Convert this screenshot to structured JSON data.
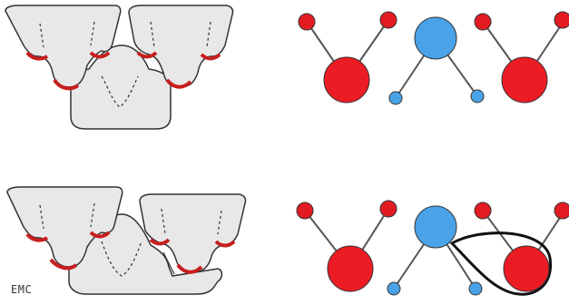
{
  "figure": {
    "watermark": "EMC",
    "colors": {
      "large_red": "#ec1c24",
      "small_red": "#e21b23",
      "blue": "#4aa3e8",
      "tooth_fill": "#e8e8e8",
      "tooth_stroke": "#333333",
      "contact_red": "#c81e1e",
      "bond": "#555555",
      "closing_loop": "#111111"
    },
    "panels": [
      {
        "id": "top-left",
        "kind": "tooth-diagram",
        "state": "aligned"
      },
      {
        "id": "top-right",
        "kind": "ball-stick-diagram",
        "state": "aligned"
      },
      {
        "id": "bottom-left",
        "kind": "tooth-diagram",
        "state": "shifted"
      },
      {
        "id": "bottom-right",
        "kind": "ball-stick-diagram",
        "state": "shifted-with-loop"
      }
    ]
  }
}
